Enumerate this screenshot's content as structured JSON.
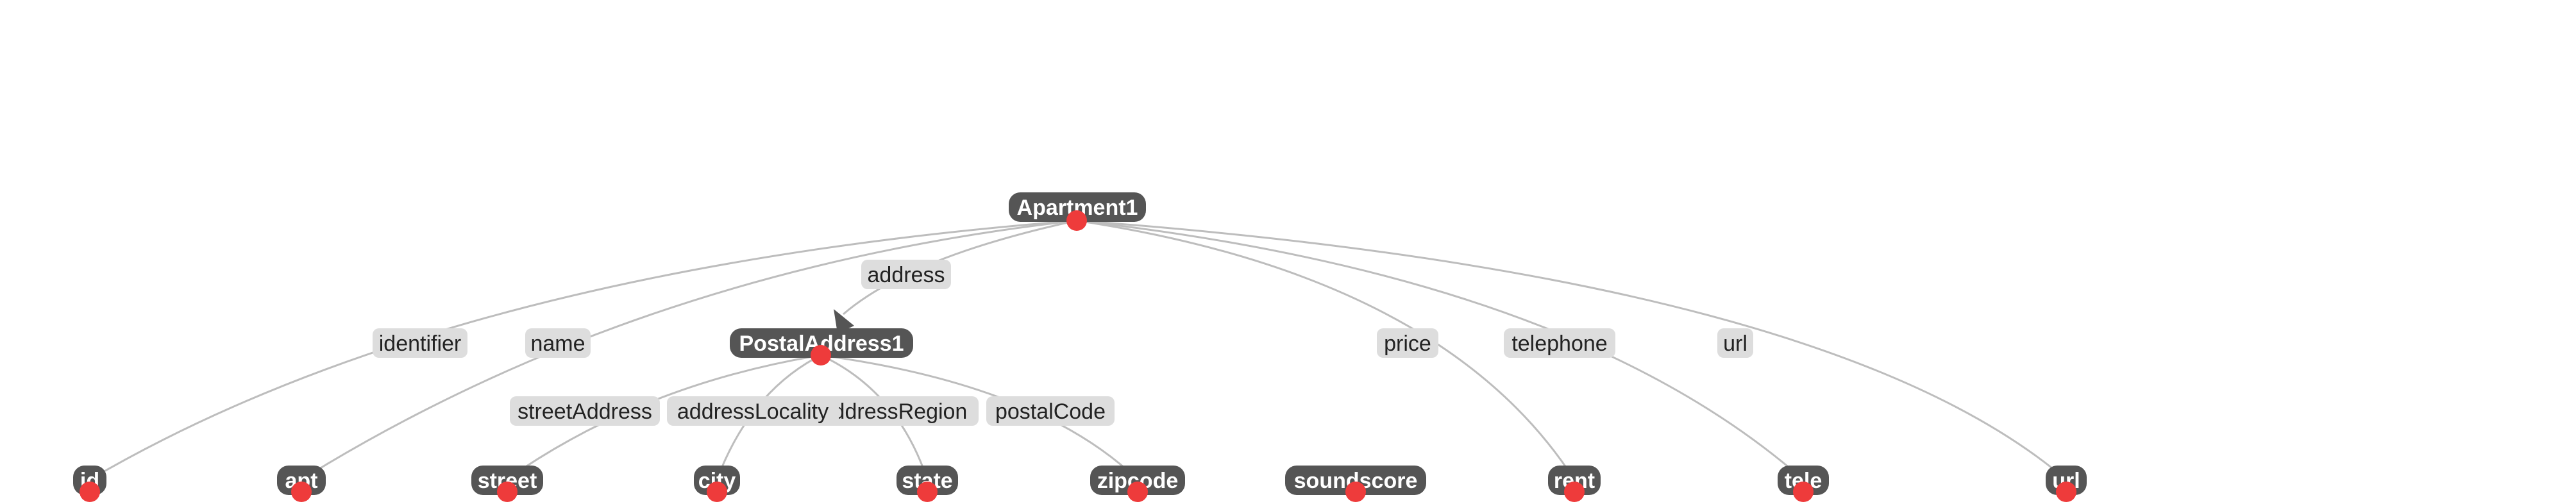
{
  "graph": {
    "nodes": {
      "apartment1": "Apartment1",
      "postaladdress1": "PostalAddress1",
      "id": "id",
      "apt": "apt",
      "street": "street",
      "city": "city",
      "state": "state",
      "zipcode": "zipcode",
      "soundscore": "soundscore",
      "rent": "rent",
      "tele": "tele",
      "url": "url"
    },
    "edges": {
      "address": "address",
      "identifier": "identifier",
      "name": "name",
      "streetAddress": "streetAddress",
      "addressLocality": "addressLocality",
      "addressRegion": "addressRegion",
      "postalCode": "postalCode",
      "price": "price",
      "telephone": "telephone",
      "url": "url"
    },
    "colors": {
      "node_fill": "#555555",
      "edge_label_fill": "#dddddd",
      "edge_stroke": "#bdbdbd",
      "marker": "#ee3b3b"
    }
  }
}
